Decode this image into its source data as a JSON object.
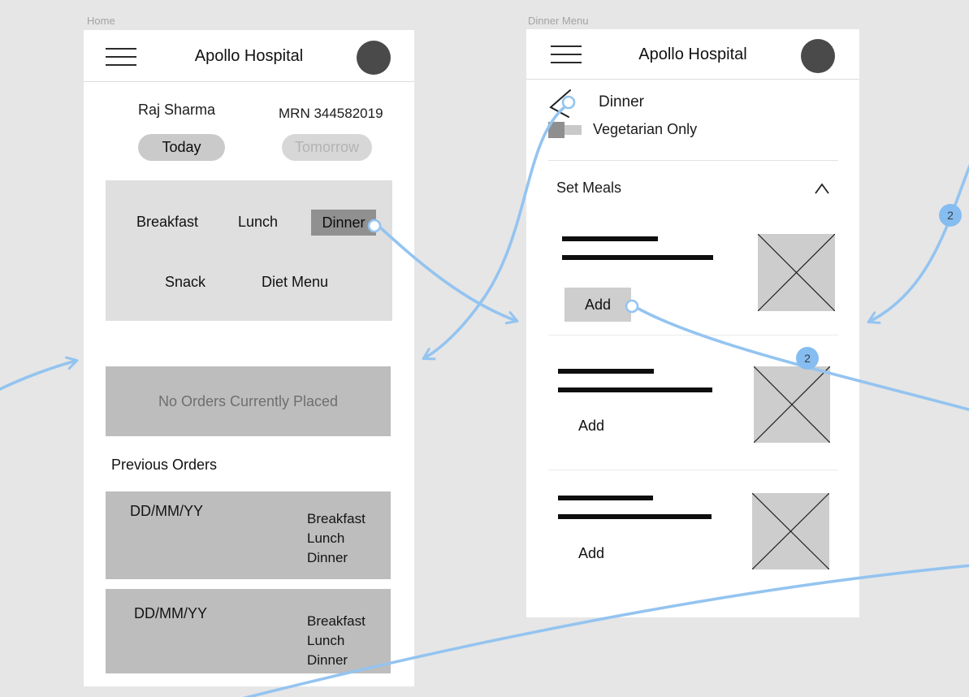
{
  "canvas": {
    "background": "#e6e6e6"
  },
  "colors": {
    "connector_blue": "#94c4f0",
    "badge_blue": "#85bdf0",
    "avatar_gray": "#4a4a4a",
    "selected_chip_gray": "#909090",
    "panel_gray": "#dfdfdf",
    "card_gray": "#bdbdbd",
    "pill_active_gray": "#cacaca",
    "pill_inactive_gray": "#d7d7d7"
  },
  "icons": {
    "menu_icon": "☰",
    "avatar_icon": "●",
    "back_icon": "‹",
    "toggle_off_icon": "switch-off",
    "chevron_up_icon": "∧",
    "image_placeholder_icon": "⊠",
    "connector_anchor_icon": "○",
    "arrowhead_icon": "→"
  },
  "home": {
    "frame_label": "Home",
    "header": {
      "title": "Apollo Hospital"
    },
    "patient_name": "Raj Sharma",
    "patient_mrn": "MRN 344582019",
    "day_toggle": {
      "today": "Today",
      "tomorrow": "Tomorrow",
      "selected": "Today"
    },
    "meal_menu": {
      "breakfast": "Breakfast",
      "lunch": "Lunch",
      "dinner": "Dinner",
      "snack": "Snack",
      "diet": "Diet Menu",
      "selected": "Dinner"
    },
    "no_orders_message": "No Orders Currently Placed",
    "previous_orders_heading": "Previous Orders",
    "previous_orders": [
      {
        "date": "DD/MM/YY",
        "meals": [
          "Breakfast",
          "Lunch",
          "Dinner"
        ]
      },
      {
        "date": "DD/MM/YY",
        "meals": [
          "Breakfast",
          "Lunch",
          "Dinner"
        ]
      }
    ]
  },
  "dinner_menu": {
    "frame_label": "Dinner Menu",
    "header": {
      "title": "Apollo Hospital"
    },
    "title": "Dinner",
    "vegetarian_toggle_label": "Vegetarian Only",
    "vegetarian_toggle_state": "off",
    "section_heading": "Set Meals",
    "items": [
      {
        "add_label": "Add"
      },
      {
        "add_label": "Add"
      },
      {
        "add_label": "Add"
      }
    ]
  },
  "flow": {
    "badge_1": "2",
    "badge_2": "2"
  }
}
